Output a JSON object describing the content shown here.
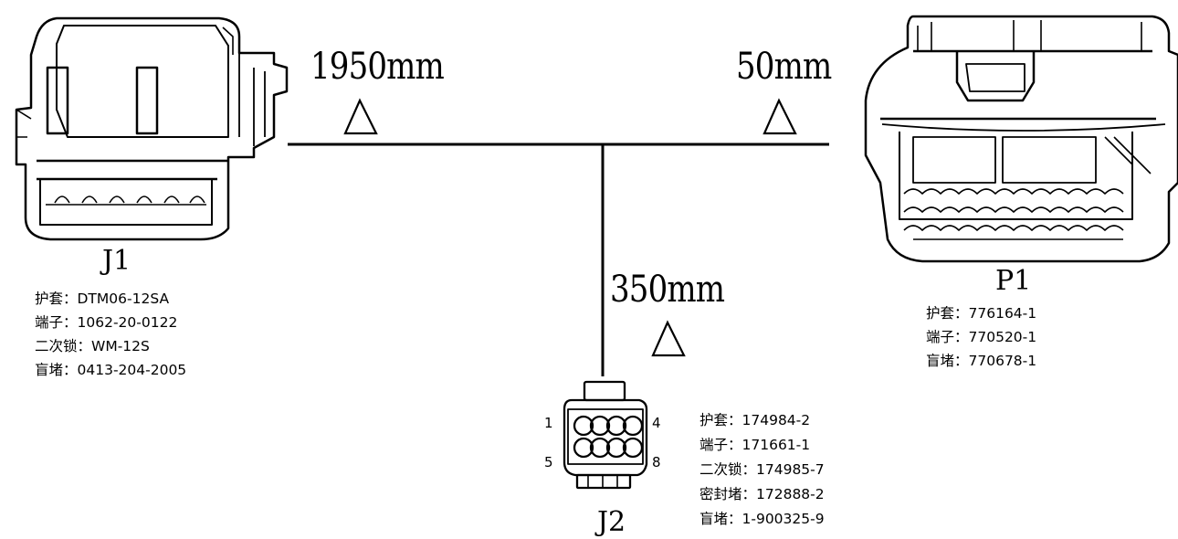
{
  "branches": {
    "left_length": "1950mm",
    "right_length": "50mm",
    "down_length": "350mm"
  },
  "connectors": {
    "j1": {
      "name": "J1",
      "specs": [
        "护套：DTM06-12SA",
        "端子：1062-20-0122",
        "二次锁：WM-12S",
        "盲堵：0413-204-2005"
      ]
    },
    "p1": {
      "name": "P1",
      "specs": [
        "护套：776164-1",
        "端子：770520-1",
        "盲堵：770678-1"
      ]
    },
    "j2": {
      "name": "J2",
      "pins": {
        "top_left": "1",
        "top_right": "4",
        "bottom_left": "5",
        "bottom_right": "8"
      },
      "specs": [
        "护套：174984-2",
        "端子：171661-1",
        "二次锁：174985-7",
        "密封堵：172888-2",
        "盲堵：1-900325-9"
      ]
    }
  }
}
